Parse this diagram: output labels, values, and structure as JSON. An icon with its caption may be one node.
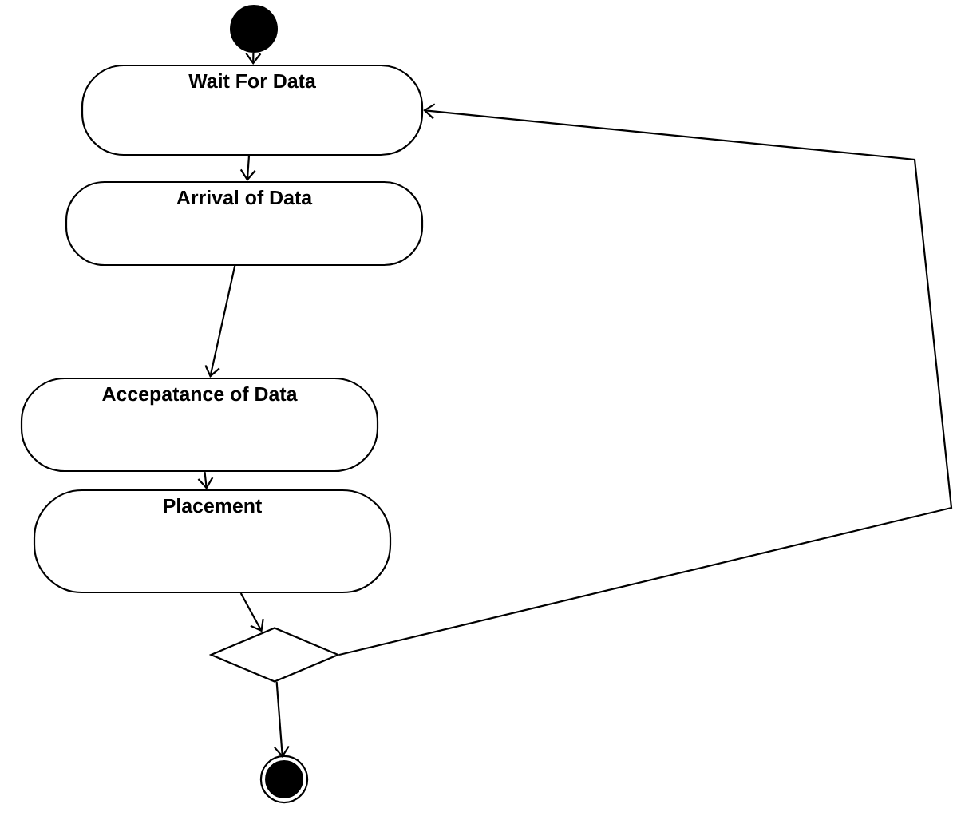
{
  "diagram": {
    "nodes": [
      {
        "text": [],
        "shape": "circle"
      },
      {
        "text": [
          "Wait For Data"
        ]
      },
      {
        "text": [
          "Arrival of Data"
        ]
      },
      {
        "text": [
          "Accepatance of Data"
        ]
      },
      {
        "text": [
          "Placement"
        ]
      },
      {
        "text": [],
        "shape": "diamond"
      },
      {
        "text": [],
        "shape": "circle"
      }
    ],
    "edges": [
      {
        "from": 0,
        "to": 1,
        "arrow": "to"
      },
      {
        "from": 1,
        "to": 2,
        "arrow": "to"
      },
      {
        "from": 2,
        "to": 3,
        "arrow": "to"
      },
      {
        "from": 3,
        "to": 4,
        "arrow": "to"
      },
      {
        "from": 4,
        "to": 5,
        "arrow": "to"
      },
      {
        "from": 5,
        "to": 6,
        "arrow": "to"
      },
      {
        "from": 5,
        "to": 1,
        "arrow": "to"
      }
    ]
  }
}
